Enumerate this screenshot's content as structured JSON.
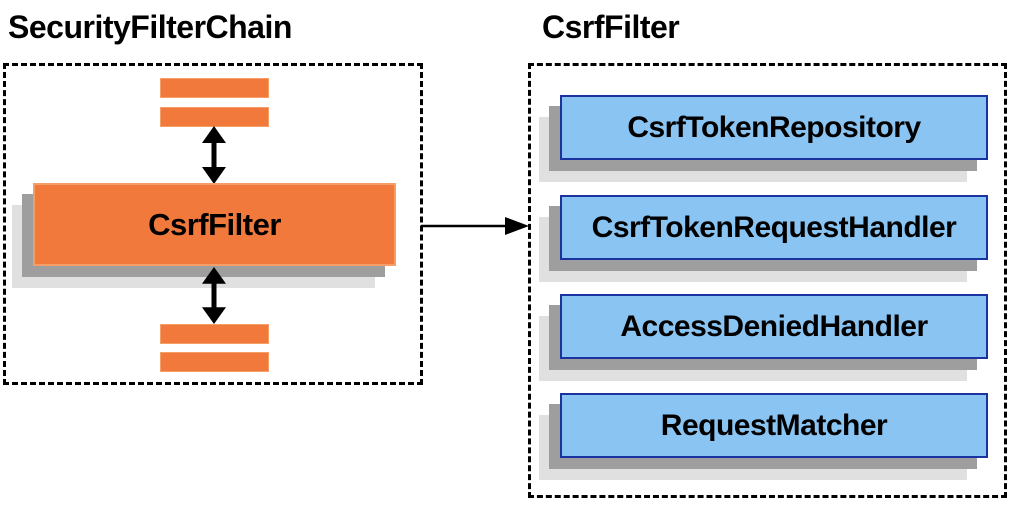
{
  "left_panel": {
    "title": "SecurityFilterChain",
    "filter_label": "CsrfFilter"
  },
  "right_panel": {
    "title": "CsrfFilter",
    "components": [
      "CsrfTokenRepository",
      "CsrfTokenRequestHandler",
      "AccessDeniedHandler",
      "RequestMatcher"
    ]
  },
  "icons": {
    "vertical_connectors": "bidirectional-arrow-icon",
    "panel_connector": "arrow-right-icon"
  },
  "colors": {
    "orange_fill": "#F2793C",
    "orange_border": "#F59E68",
    "blue_fill": "#8AC4F2",
    "blue_border": "#1A339E",
    "shadow_dark": "#9E9E9E",
    "shadow_light": "#E0E0E0",
    "line": "#000000"
  }
}
